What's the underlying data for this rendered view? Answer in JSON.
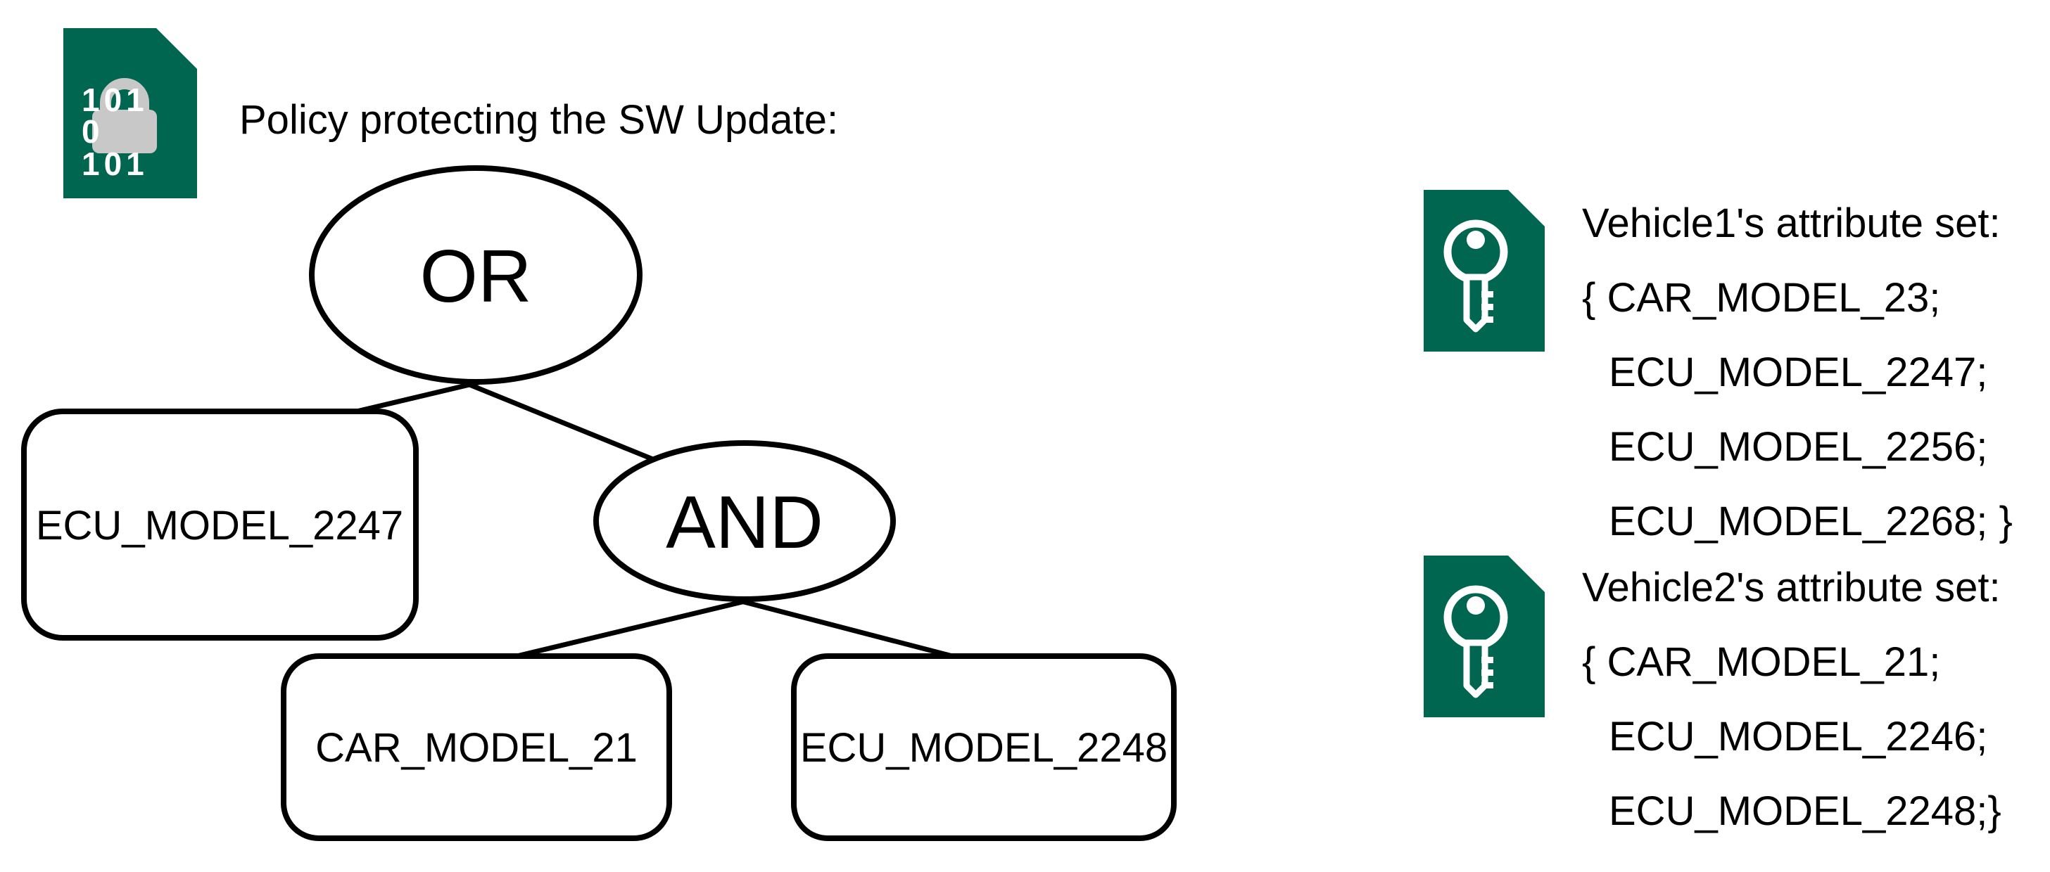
{
  "policy": {
    "title": "Policy protecting the SW Update:"
  },
  "policy_tree": {
    "type": "access-tree",
    "root": "OR",
    "structure": {
      "gate": "OR",
      "children": [
        {
          "leaf": "ECU_MODEL_2247"
        },
        {
          "gate": "AND",
          "children": [
            {
              "leaf": "CAR_MODEL_21"
            },
            {
              "leaf": "ECU_MODEL_2248"
            }
          ]
        }
      ]
    },
    "labels": {
      "or": "OR",
      "and": "AND",
      "ecu_2247": "ECU_MODEL_2247",
      "car_21": "CAR_MODEL_21",
      "ecu_2248": "ECU_MODEL_2248"
    }
  },
  "vehicle1": {
    "title": "Vehicle1's attribute set:",
    "lines": [
      "{ CAR_MODEL_23;",
      "ECU_MODEL_2247;",
      "ECU_MODEL_2256;",
      "ECU_MODEL_2268; }"
    ]
  },
  "vehicle2": {
    "title": "Vehicle2's attribute set:",
    "lines": [
      "{ CAR_MODEL_21;",
      "ECU_MODEL_2246;",
      "ECU_MODEL_2248;}"
    ]
  },
  "lock_icon": {
    "digits": [
      "101",
      "0",
      "101"
    ]
  },
  "colors": {
    "icon_green": "#00664F",
    "lock_gray": "#C8C8C8",
    "ink": "#000000",
    "background": "#ffffff"
  }
}
